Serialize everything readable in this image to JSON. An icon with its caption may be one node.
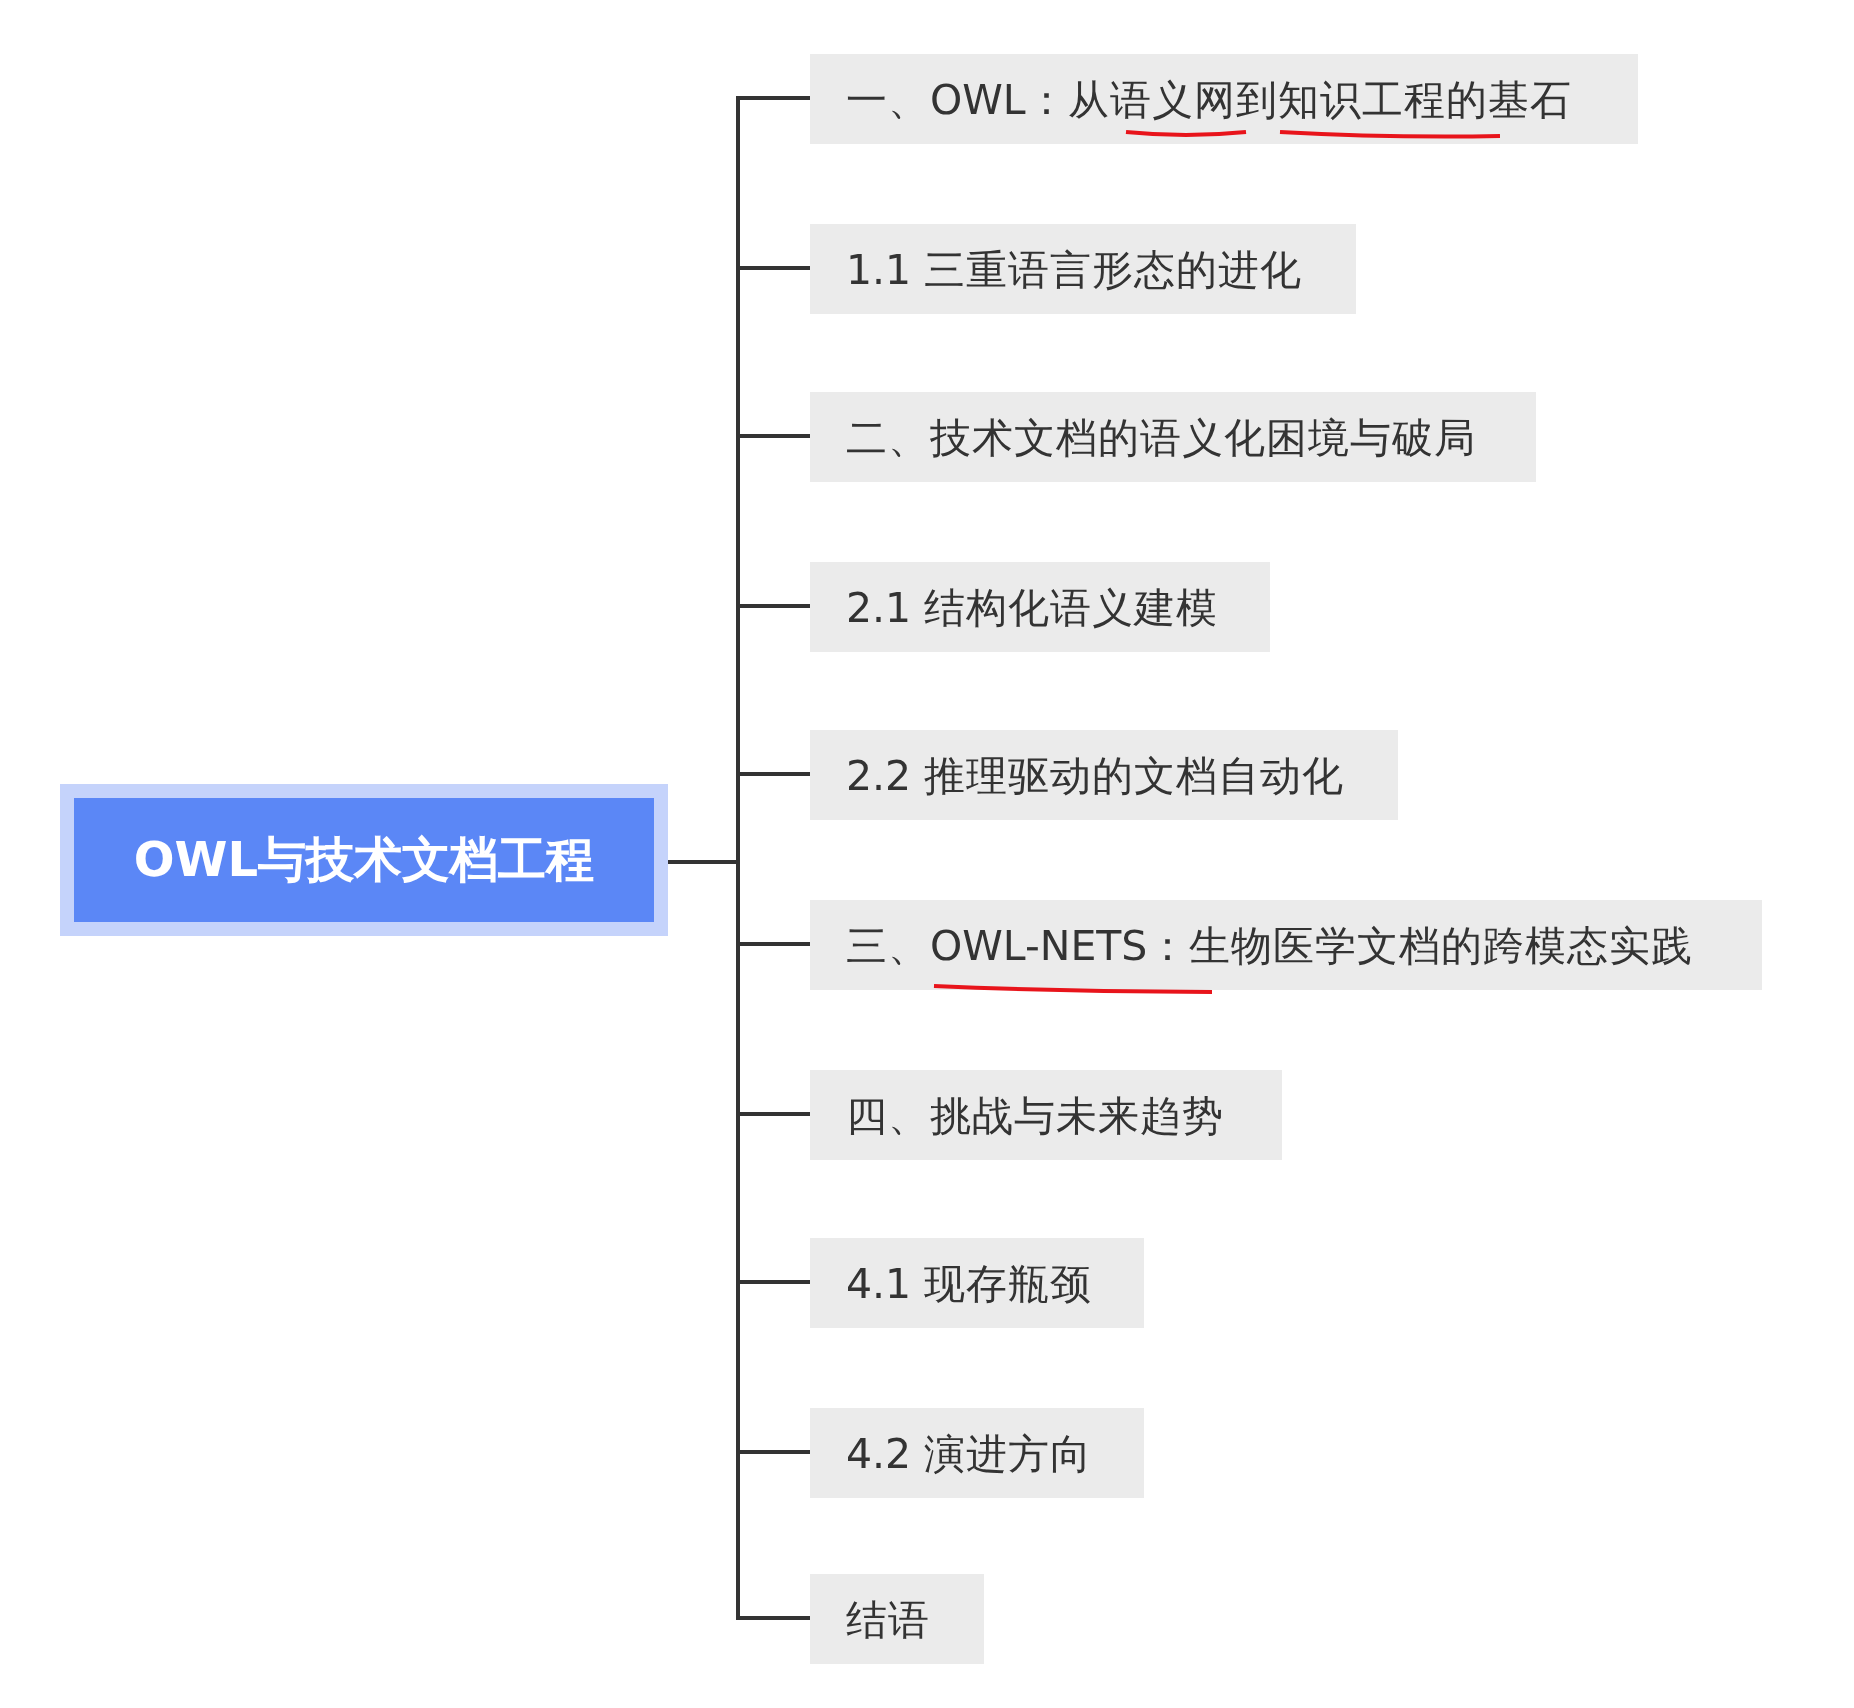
{
  "diagram": {
    "nodes": [
      {
        "text": [
          "OWL与技术文档工程"
        ]
      },
      {
        "text": [
          "一、OWL：从语义网到知识工程的基石"
        ]
      },
      {
        "text": [
          "1.1 三重语言形态的进化"
        ]
      },
      {
        "text": [
          "二、技术文档的语义化困境与破局"
        ]
      },
      {
        "text": [
          "2.1 结构化语义建模"
        ]
      },
      {
        "text": [
          "2.2 推理驱动的文档自动化"
        ]
      },
      {
        "text": [
          "三、OWL-NETS：生物医学文档的跨模态实践"
        ]
      },
      {
        "text": [
          "四、挑战与未来趋势"
        ]
      },
      {
        "text": [
          "4.1 现存瓶颈"
        ]
      },
      {
        "text": [
          "4.2 演进方向"
        ]
      },
      {
        "text": [
          "结语"
        ]
      }
    ],
    "edges": [
      {
        "from": 0,
        "to": 1,
        "arrow": "none"
      },
      {
        "from": 0,
        "to": 2,
        "arrow": "none"
      },
      {
        "from": 0,
        "to": 3,
        "arrow": "none"
      },
      {
        "from": 0,
        "to": 4,
        "arrow": "none"
      },
      {
        "from": 0,
        "to": 5,
        "arrow": "none"
      },
      {
        "from": 0,
        "to": 6,
        "arrow": "none"
      },
      {
        "from": 0,
        "to": 7,
        "arrow": "none"
      },
      {
        "from": 0,
        "to": 8,
        "arrow": "none"
      },
      {
        "from": 0,
        "to": 9,
        "arrow": "none"
      },
      {
        "from": 0,
        "to": 10,
        "arrow": "none"
      }
    ]
  }
}
